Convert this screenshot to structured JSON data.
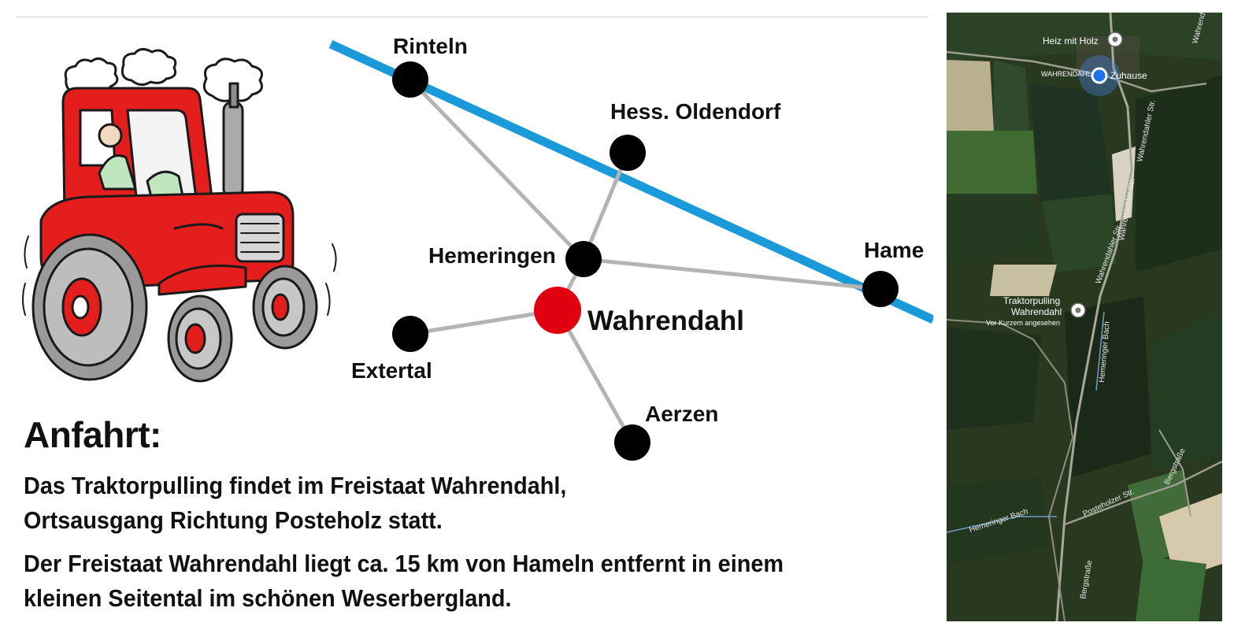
{
  "route_map": {
    "cities": {
      "rinteln": "Rinteln",
      "hess_oldendorf": "Hess. Oldendorf",
      "hemeringen": "Hemeringen",
      "hameln": "Hame",
      "extertal": "Extertal",
      "aerzen": "Aerzen"
    },
    "destination": "Wahrendahl",
    "colors": {
      "river": "#1a9ad9",
      "road": "#b4b4b4",
      "city": "#000000",
      "destination": "#e1000f"
    }
  },
  "info": {
    "heading": "Anfahrt:",
    "paragraph_1": [
      "Das Traktorpulling findet im Freistaat Wahrendahl,",
      "Ortsausgang Richtung Posteholz statt."
    ],
    "paragraph_2": [
      "Der Freistaat Wahrendahl liegt ca. 15 km von Hameln entfernt in einem",
      "kleinen Seitental im schönen Weserbergland."
    ]
  },
  "satellite_map": {
    "places": {
      "heiz": "Heiz mit Holz",
      "village": "WAHRENDAHL",
      "home": "Zuhause",
      "event_line1": "Traktorpulling",
      "event_line2": "Wahrendahl",
      "recent": "Vor Kurzem angesehen"
    },
    "streets": {
      "wahrendahler_1": "Wahrendahler Str.",
      "wahrendahler_2": "Wahrendahler Str.",
      "wahrendahler_3": "Wahrendahler Str.",
      "wahrend_top": "Wahrend",
      "hemeringer_bach_1": "Hemeringer Bach",
      "hemeringer_bach_2": "Hemeringer Bach",
      "posteholzer": "Posteholzer Str.",
      "bergstrasse_1": "Bergstraße",
      "bergstrasse_2": "Bergstraße"
    },
    "colors": {
      "pin": "#1a73e8",
      "marker": "#ffffff"
    }
  }
}
